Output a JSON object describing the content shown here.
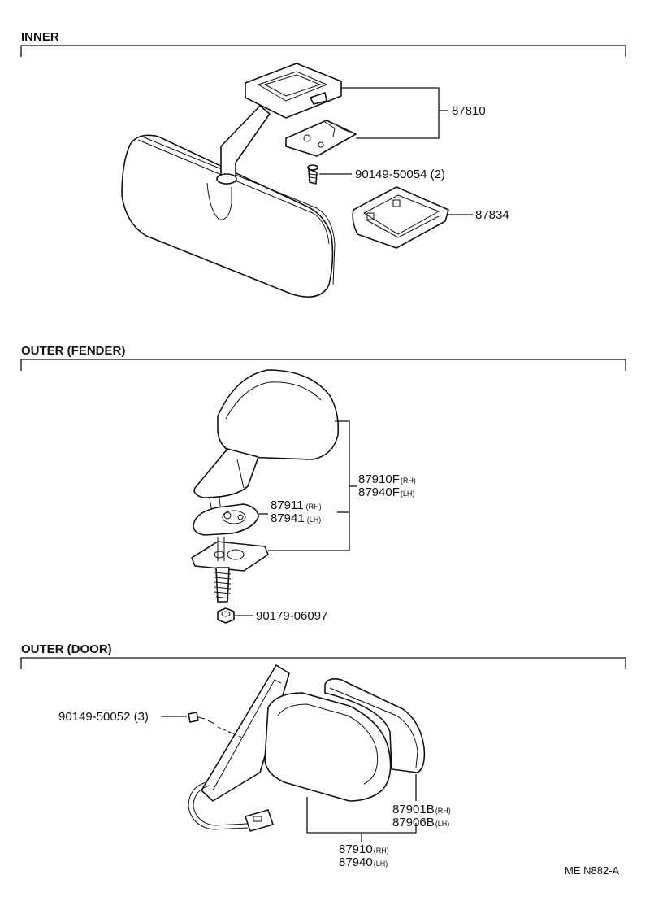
{
  "sections": {
    "inner": "INNER",
    "fender": "OUTER (FENDER)",
    "door": "OUTER (DOOR)"
  },
  "callouts": {
    "p87810": "87810",
    "p90149_50054": "90149-50054 (2)",
    "p87834": "87834",
    "p87910F": "87910F",
    "p87910F_side": "(RH)",
    "p87940F": "87940F",
    "p87940F_side": "(LH)",
    "p87911": "87911",
    "p87911_side": "(RH)",
    "p87941": "87941",
    "p87941_side": "(LH)",
    "p90179_06097": "90179-06097",
    "p90149_50052": "90149-50052 (3)",
    "p87901B": "87901B",
    "p87901B_side": "(RH)",
    "p87906B": "87906B",
    "p87906B_side": "(LH)",
    "p87910": "87910",
    "p87910_side": "(RH)",
    "p87940": "87940",
    "p87940_side": "(LH)"
  },
  "figure_code": "ME N882-A"
}
